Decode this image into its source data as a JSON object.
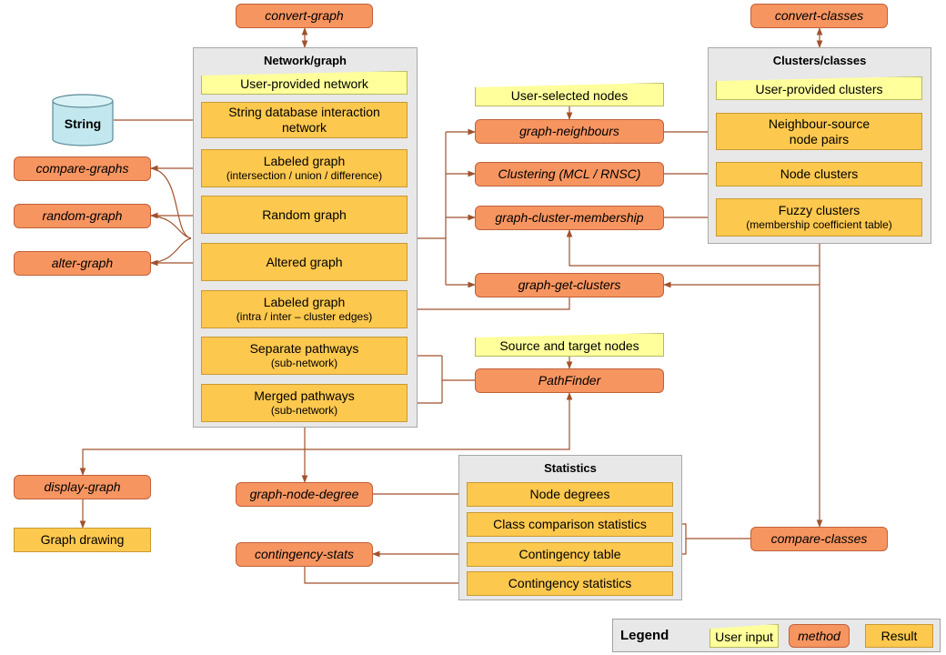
{
  "colors": {
    "method_fill": "#f79560",
    "result_fill": "#fdc84e",
    "input_fill": "#ffff9c",
    "panel_fill": "#e8e8e8",
    "arrow": "#a0522d",
    "database_fill": "#c2e7ee"
  },
  "methods": {
    "convert_graph": "convert-graph",
    "convert_classes": "convert-classes",
    "compare_graphs": "compare-graphs",
    "random_graph": "random-graph",
    "alter_graph": "alter-graph",
    "graph_neighbours": "graph-neighbours",
    "clustering": "Clustering (MCL / RNSC)",
    "graph_cluster_membership": "graph-cluster-membership",
    "graph_get_clusters": "graph-get-clusters",
    "pathfinder": "PathFinder",
    "display_graph": "display-graph",
    "graph_node_degree": "graph-node-degree",
    "contingency_stats": "contingency-stats",
    "compare_classes": "compare-classes"
  },
  "database": {
    "label": "String"
  },
  "network_panel": {
    "title": "Network/graph",
    "user_provided_network": "User-provided network",
    "string_interaction": [
      "String database interaction",
      "network"
    ],
    "labeled_graph": [
      "Labeled graph",
      "(intersection / union / difference)"
    ],
    "random_graph": "Random graph",
    "altered_graph": "Altered graph",
    "labeled_graph_cluster": [
      "Labeled graph",
      "(intra / inter – cluster edges)"
    ],
    "separate_pathways": [
      "Separate pathways",
      "(sub-network)"
    ],
    "merged_pathways": [
      "Merged pathways",
      "(sub-network)"
    ]
  },
  "clusters_panel": {
    "title": "Clusters/classes",
    "user_provided_clusters": "User-provided clusters",
    "neighbour_source": [
      "Neighbour-source",
      "node pairs"
    ],
    "node_clusters": "Node clusters",
    "fuzzy_clusters": [
      "Fuzzy clusters",
      "(membership coefficient table)"
    ]
  },
  "inputs": {
    "user_selected_nodes": "User-selected nodes",
    "source_target_nodes": "Source and target nodes"
  },
  "graph_drawing": "Graph drawing",
  "statistics_panel": {
    "title": "Statistics",
    "node_degrees": "Node degrees",
    "class_comparison": "Class comparison statistics",
    "contingency_table": "Contingency table",
    "contingency_statistics": "Contingency statistics"
  },
  "legend": {
    "title": "Legend",
    "user_input": "User input",
    "method": "method",
    "result": "Result"
  }
}
